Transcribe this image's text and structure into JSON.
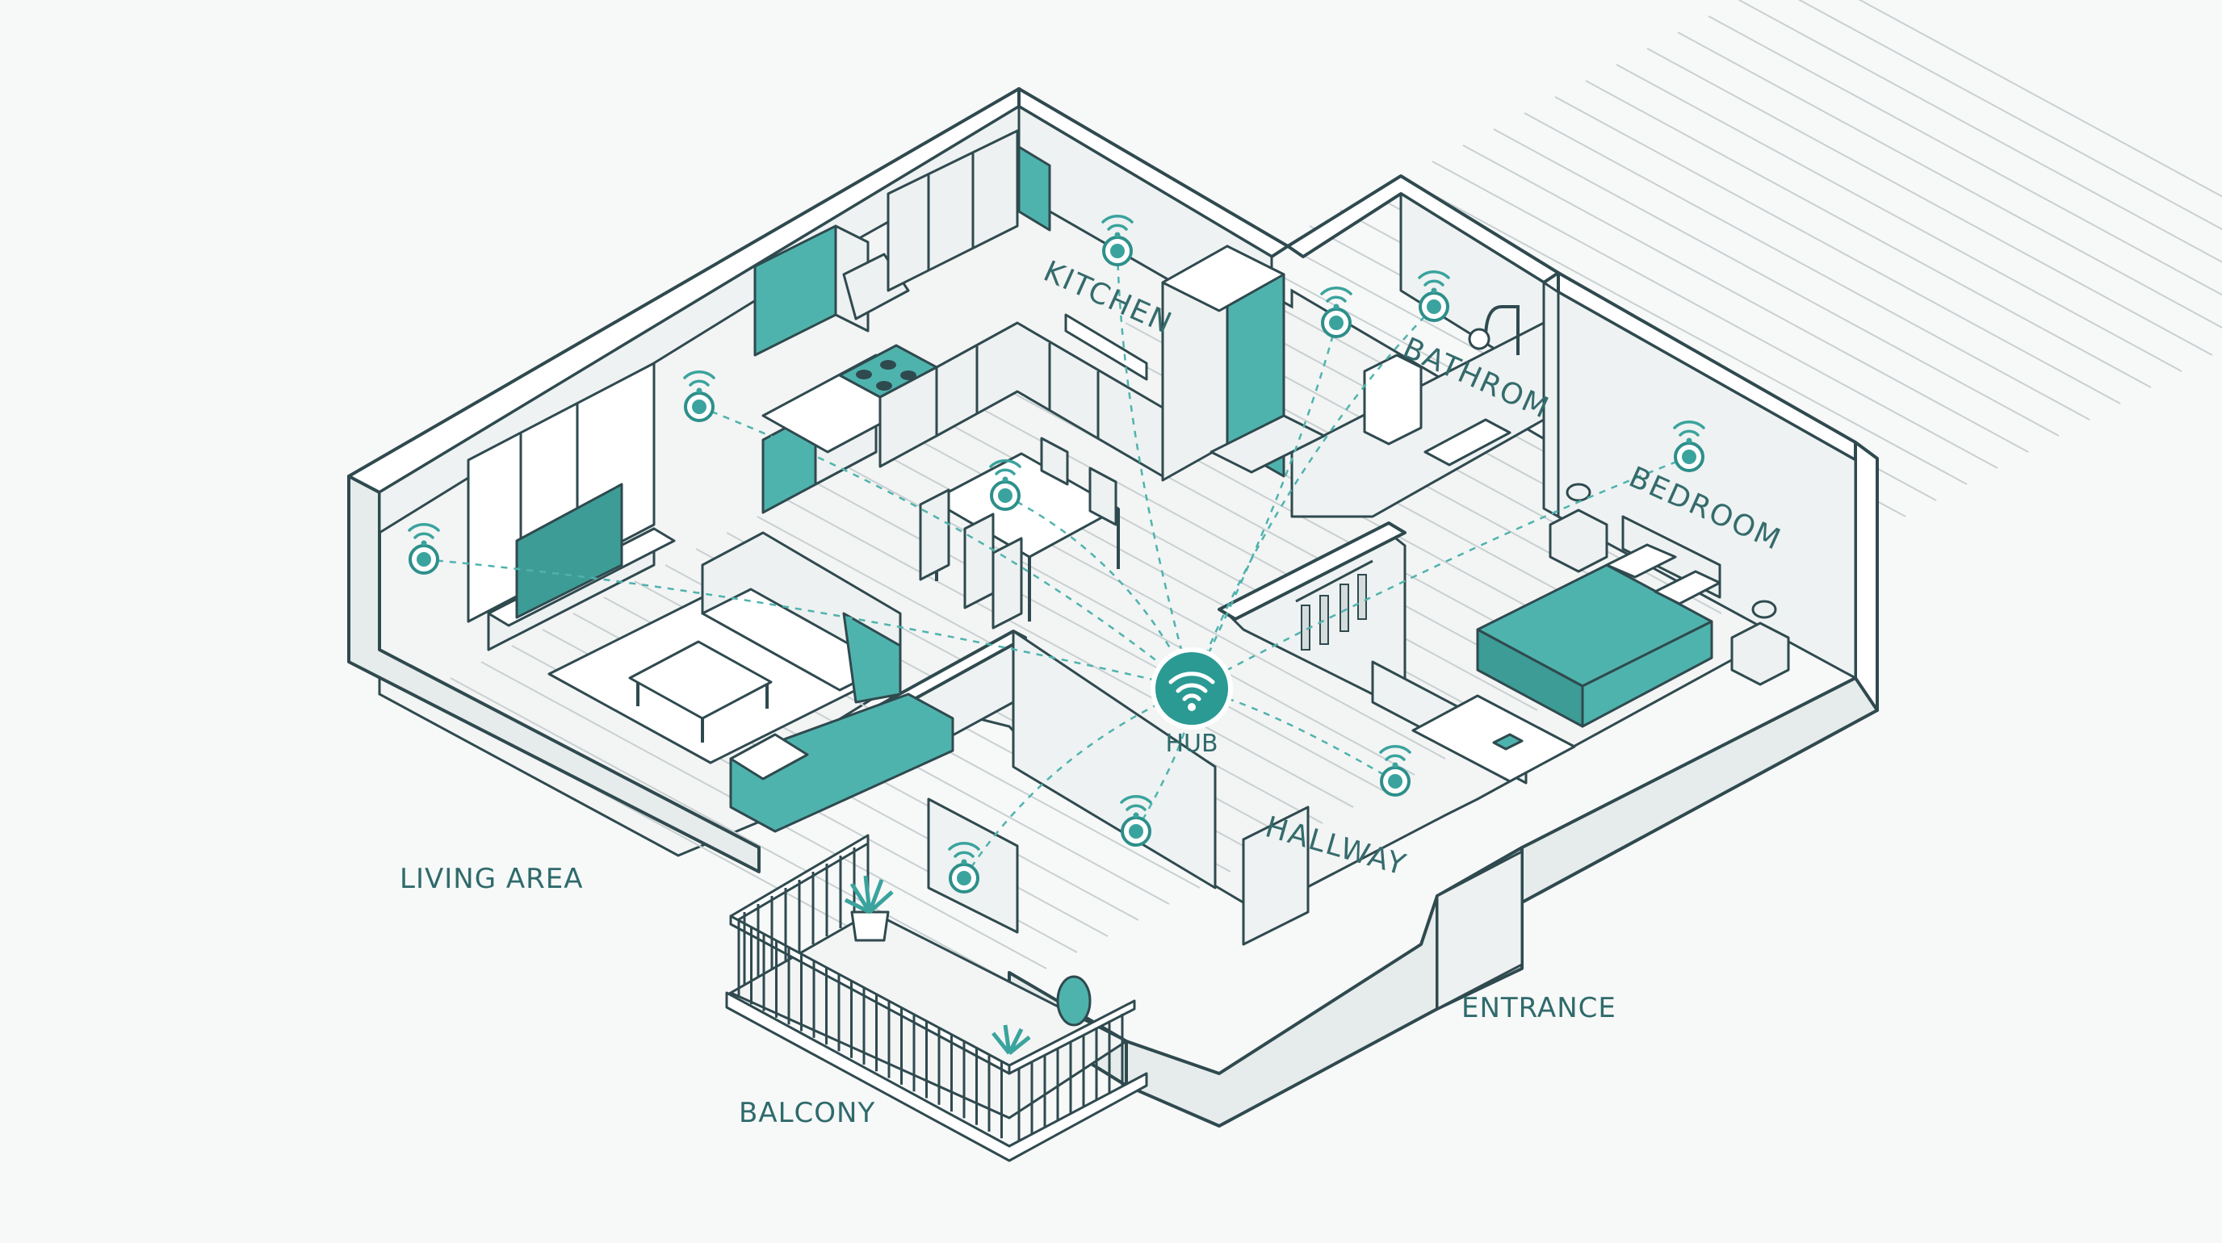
{
  "colors": {
    "accent": "#3aa39d",
    "teal_fill": "#4fb3ad",
    "outline": "#2f4a4f",
    "label": "#2f6a6b",
    "background": "#f7f8f8"
  },
  "hub": {
    "label": "HUB",
    "icon": "wifi-icon"
  },
  "rooms": {
    "kitchen": "KITCHEN",
    "bathroom": "BATHROM",
    "bedroom": "BEDROOM",
    "hallway": "HALLWAY",
    "living_area": "LIVING AREA",
    "balcony": "BALCONY",
    "entrance": "ENTRANCE"
  },
  "sensor_icon": "wireless-sensor-icon"
}
